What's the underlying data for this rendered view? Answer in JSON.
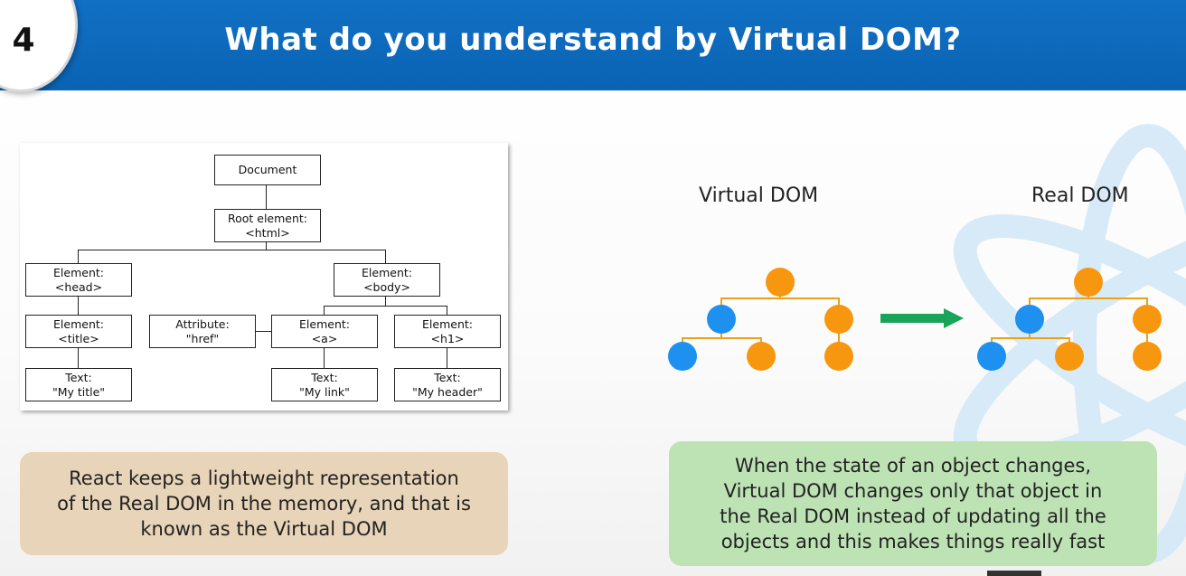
{
  "slide": {
    "number": "4",
    "title": "What do you understand by Virtual DOM?"
  },
  "colors": {
    "header_blue": "#0a63b3",
    "node_blue": "#1e90f0",
    "node_orange": "#f7960f",
    "edge_orange": "#e8a21c",
    "arrow_green": "#1aa45a",
    "left_box": "#e8d4b8",
    "right_box": "#bde3b4"
  },
  "dom_tree": {
    "document": "Document",
    "root": [
      "Root element:",
      "<html>"
    ],
    "head": [
      "Element:",
      "<head>"
    ],
    "body": [
      "Element:",
      "<body>"
    ],
    "title": [
      "Element:",
      "<title>"
    ],
    "attribute": [
      "Attribute:",
      "\"href\""
    ],
    "a": [
      "Element:",
      "<a>"
    ],
    "h1": [
      "Element:",
      "<h1>"
    ],
    "text_title": [
      "Text:",
      "\"My title\""
    ],
    "text_link": [
      "Text:",
      "\"My link\""
    ],
    "text_header": [
      "Text:",
      "\"My header\""
    ]
  },
  "comparison": {
    "virtual_label": "Virtual DOM",
    "real_label": "Real DOM",
    "arrow_icon": "right-arrow-icon"
  },
  "descriptions": {
    "left": [
      "React keeps a lightweight representation",
      "of the Real DOM in the memory, and that is",
      "known as the Virtual DOM"
    ],
    "right": [
      "When the state of an object changes,",
      "Virtual DOM changes only that object in",
      "the Real DOM instead of updating all the",
      "objects and this makes things really fast"
    ]
  }
}
